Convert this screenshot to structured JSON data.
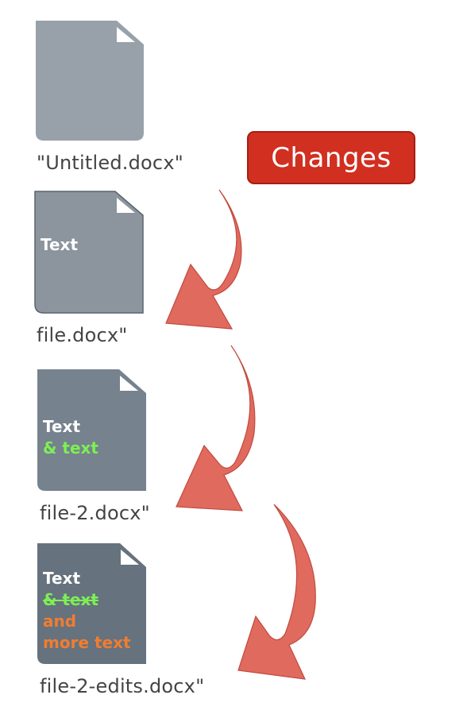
{
  "badge": {
    "label": "Changes",
    "color": "#d12f20"
  },
  "documents": [
    {
      "name": "\"Untitled.docx\"",
      "color": "#98a1aa",
      "lines": []
    },
    {
      "name": "file.docx\"",
      "color": "#8c949e",
      "lines": [
        {
          "text": "Text",
          "color": "#ffffff"
        }
      ]
    },
    {
      "name": "file-2.docx\"",
      "color": "#76828e",
      "lines": [
        {
          "text": "Text",
          "color": "#ffffff"
        },
        {
          "text": "& text",
          "color": "#7df054"
        }
      ]
    },
    {
      "name": "file-2-edits.docx\"",
      "color": "#66727e",
      "lines": [
        {
          "text": "Text",
          "color": "#ffffff"
        },
        {
          "text": "& text",
          "color": "#7df054",
          "strikethrough": true
        },
        {
          "text": "and",
          "color": "#f07d30"
        },
        {
          "text": "more text",
          "color": "#f07d30"
        }
      ]
    }
  ],
  "arrow_color": "#e06a5e"
}
